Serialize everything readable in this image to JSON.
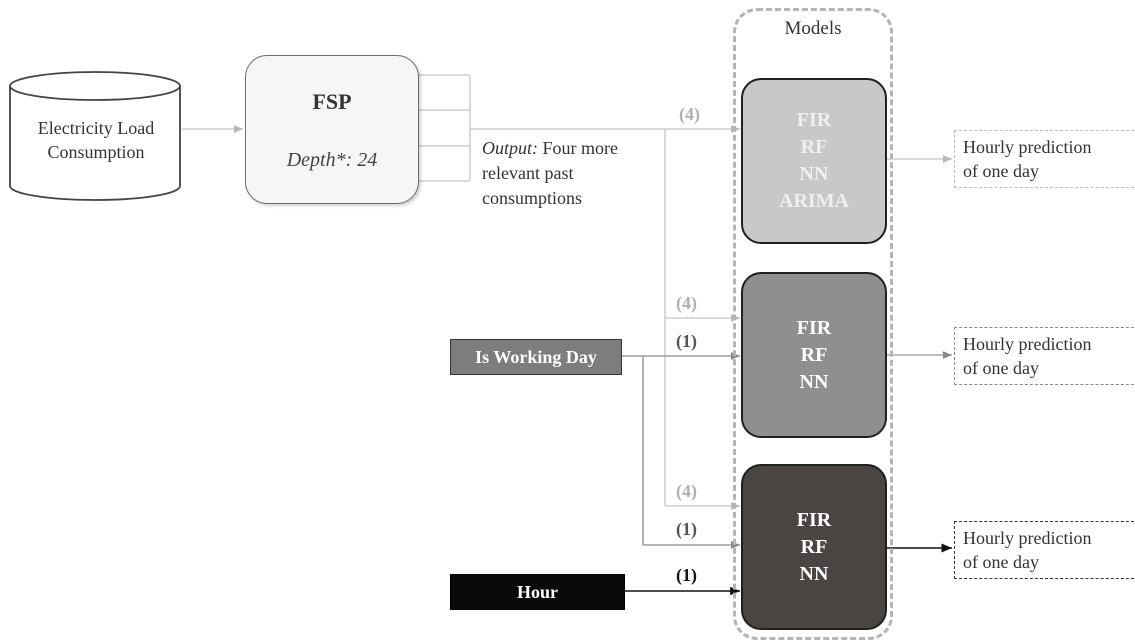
{
  "source": {
    "label": "Electricity Load Consumption"
  },
  "fsp": {
    "title": "FSP",
    "depth": "Depth*: 24"
  },
  "output": {
    "label": "Output:",
    "text": "Four more relevant past consumptions"
  },
  "models_title": "Models",
  "models": [
    {
      "lines": [
        "FIR",
        "RF",
        "NN",
        "ARIMA"
      ],
      "color": "#c8c8c8"
    },
    {
      "lines": [
        "FIR",
        "RF",
        "NN"
      ],
      "color": "#8f8f8f"
    },
    {
      "lines": [
        "FIR",
        "RF",
        "NN"
      ],
      "color": "#4a4543"
    }
  ],
  "inputs": {
    "working_day": "Is Working Day",
    "hour": "Hour"
  },
  "counts": {
    "m1_past": "(4)",
    "m2_past": "(4)",
    "m2_working": "(1)",
    "m3_past": "(4)",
    "m3_working": "(1)",
    "m3_hour": "(1)"
  },
  "predictions": [
    {
      "line1": "Hourly prediction",
      "line2": "of one day"
    },
    {
      "line1": "Hourly prediction",
      "line2": "of one day"
    },
    {
      "line1": "Hourly prediction",
      "line2": "of one day"
    }
  ]
}
